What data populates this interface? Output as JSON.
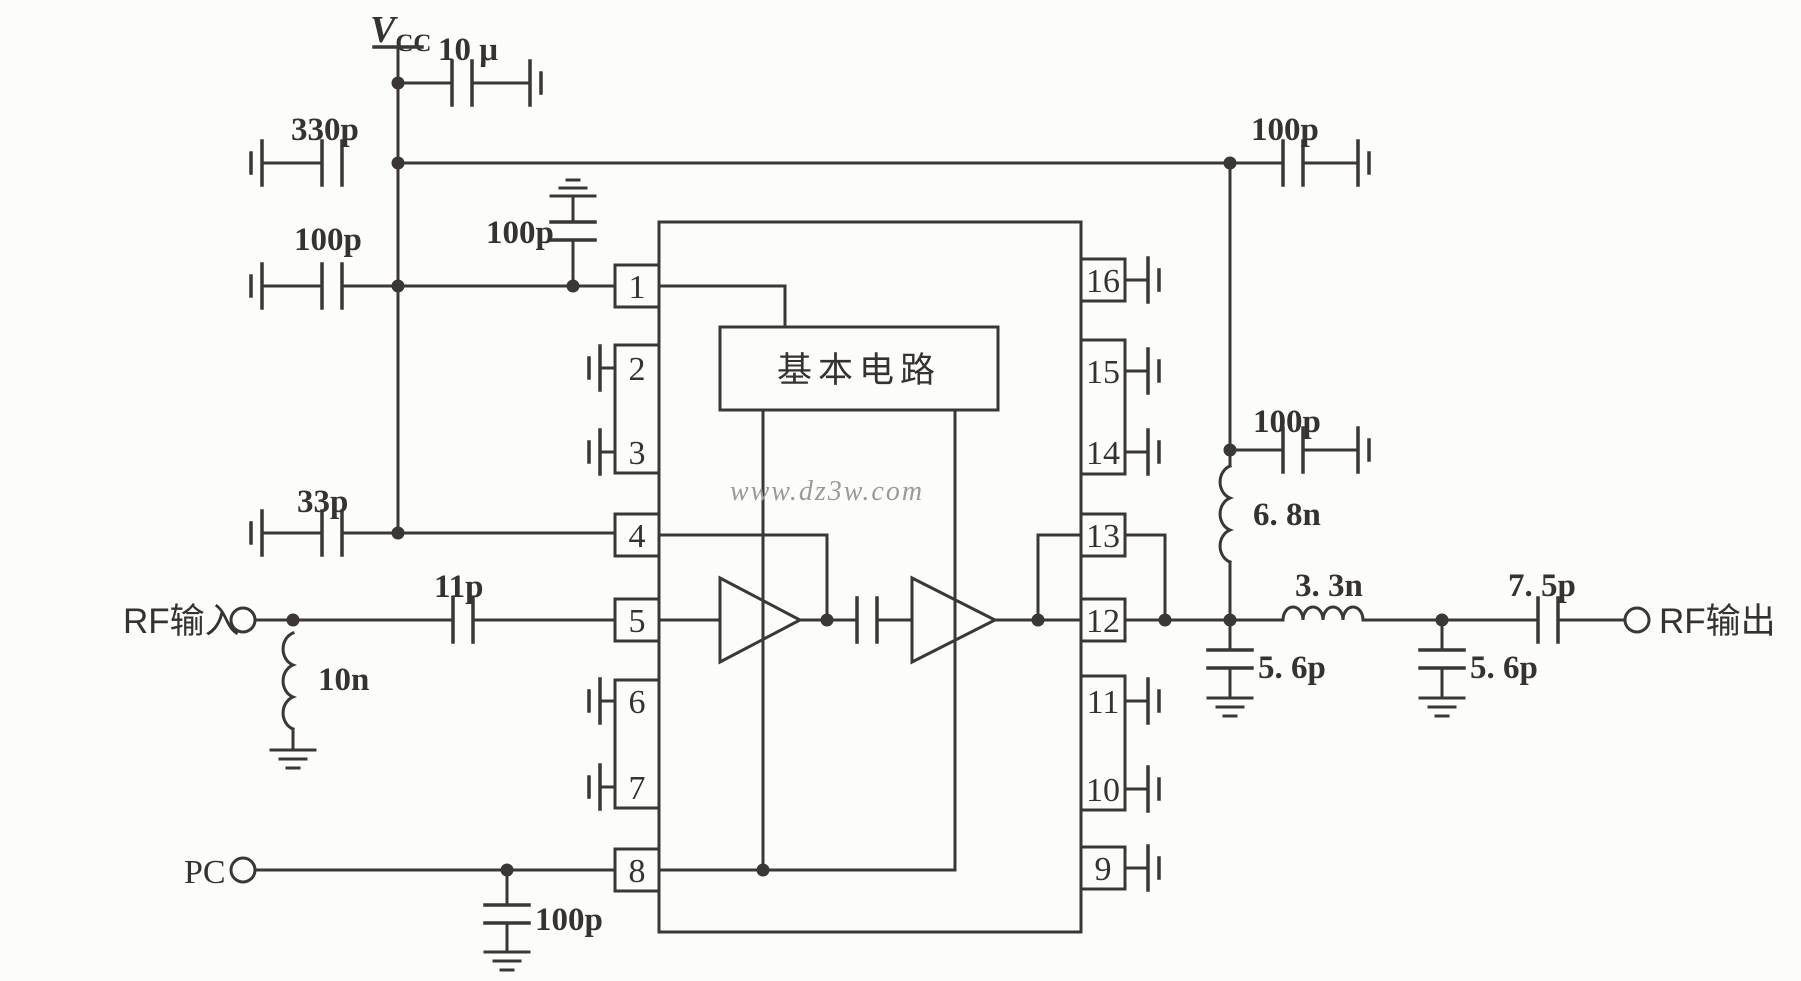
{
  "power": {
    "vcc_main": "V",
    "vcc_sub": "CC"
  },
  "left": {
    "c10u": "10 μ",
    "c330p": "330p",
    "c100p": "100p",
    "c100p_pin1": "100p",
    "c33p": "33p",
    "c11p": "11p",
    "l10n": "10n",
    "c100p_pc": "100p"
  },
  "right": {
    "c100p_top": "100p",
    "c100p_mid": "100p",
    "l6n8": "6. 8n",
    "l3n3": "3. 3n",
    "c5p6_a": "5. 6p",
    "c5p6_b": "5. 6p",
    "c7p5": "7. 5p"
  },
  "terminals": {
    "rf_in": "RF输入",
    "pc": "PC",
    "rf_out": "RF输出"
  },
  "ic": {
    "core": "基本电路",
    "pins": [
      "1",
      "2",
      "3",
      "4",
      "5",
      "6",
      "7",
      "8",
      "9",
      "10",
      "11",
      "12",
      "13",
      "14",
      "15",
      "16"
    ]
  },
  "watermark": "www.dz3w.com"
}
